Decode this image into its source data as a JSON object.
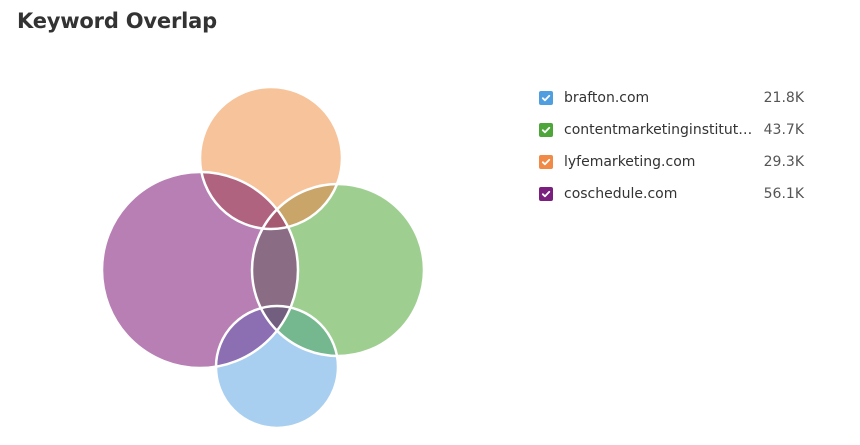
{
  "header": {
    "title": "Keyword Overlap"
  },
  "legend": {
    "items": [
      {
        "label": "brafton.com",
        "value": "21.8K",
        "color": "#4f9fe0",
        "checked": true
      },
      {
        "label": "contentmarketinginstitute...",
        "value": "43.7K",
        "color": "#4ea63a",
        "checked": true
      },
      {
        "label": "lyfemarketing.com",
        "value": "29.3K",
        "color": "#f08a46",
        "checked": true
      },
      {
        "label": "coschedule.com",
        "value": "56.1K",
        "color": "#7a1f7e",
        "checked": true
      }
    ]
  },
  "chart_data": {
    "type": "venn",
    "title": "Keyword Overlap",
    "sets": [
      {
        "name": "brafton.com",
        "keywords": "21.8K",
        "value": 21800,
        "fill": "#a8cff0"
      },
      {
        "name": "contentmarketinginstitute...",
        "keywords": "43.7K",
        "value": 43700,
        "fill": "#9ecf91"
      },
      {
        "name": "lyfemarketing.com",
        "keywords": "29.3K",
        "value": 29300,
        "fill": "#f7c39a"
      },
      {
        "name": "coschedule.com",
        "keywords": "56.1K",
        "value": 56100,
        "fill": "#b77fb4"
      }
    ],
    "legend_position": "right"
  }
}
